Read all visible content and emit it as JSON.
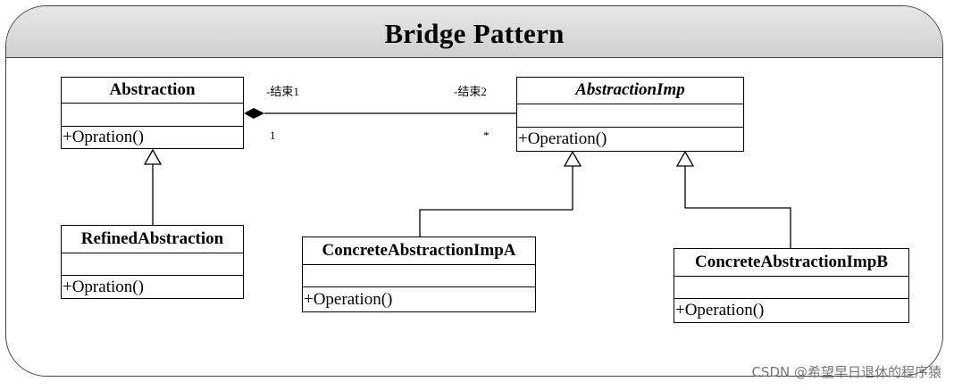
{
  "title": "Bridge Pattern",
  "classes": {
    "abstraction": {
      "name": "Abstraction",
      "op": "+Opration()"
    },
    "abstraction_imp": {
      "name": "AbstractionImp",
      "op": "+Operation()"
    },
    "refined_abstraction": {
      "name": "RefinedAbstraction",
      "op": "+Opration()"
    },
    "concrete_imp_a": {
      "name": "ConcreteAbstractionImpA",
      "op": "+Operation()"
    },
    "concrete_imp_b": {
      "name": "ConcreteAbstractionImpB",
      "op": "+Operation()"
    }
  },
  "association": {
    "end1_role": "-结束1",
    "end2_role": "-结束2",
    "end1_multiplicity": "1",
    "end2_multiplicity": "*"
  },
  "watermark": "CSDN @希望早日退休的程序猿"
}
